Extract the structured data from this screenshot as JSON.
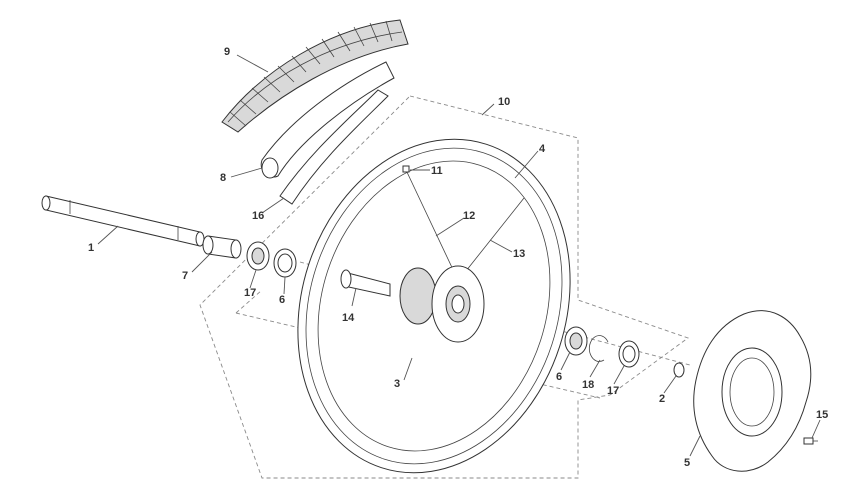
{
  "diagram": {
    "accent_color": "#333333",
    "callouts": [
      {
        "id": "p1",
        "label": "1"
      },
      {
        "id": "p2",
        "label": "2"
      },
      {
        "id": "p3",
        "label": "3"
      },
      {
        "id": "p4",
        "label": "4"
      },
      {
        "id": "p5",
        "label": "5"
      },
      {
        "id": "p6a",
        "label": "6"
      },
      {
        "id": "p6b",
        "label": "6"
      },
      {
        "id": "p7",
        "label": "7"
      },
      {
        "id": "p8",
        "label": "8"
      },
      {
        "id": "p9",
        "label": "9"
      },
      {
        "id": "p10",
        "label": "10"
      },
      {
        "id": "p11",
        "label": "11"
      },
      {
        "id": "p12",
        "label": "12"
      },
      {
        "id": "p13",
        "label": "13"
      },
      {
        "id": "p14",
        "label": "14"
      },
      {
        "id": "p15",
        "label": "15"
      },
      {
        "id": "p16",
        "label": "16"
      },
      {
        "id": "p17a",
        "label": "17"
      },
      {
        "id": "p17b",
        "label": "17"
      },
      {
        "id": "p18",
        "label": "18"
      }
    ],
    "icons": [
      "axle-icon",
      "tire-icon",
      "tube-icon",
      "rim-tape-icon",
      "spacer-icon",
      "bearing-icon",
      "seal-icon",
      "hub-icon",
      "rim-icon",
      "brake-disc-icon",
      "bolt-icon",
      "circlip-icon",
      "nipple-icon",
      "spoke-icon"
    ]
  }
}
